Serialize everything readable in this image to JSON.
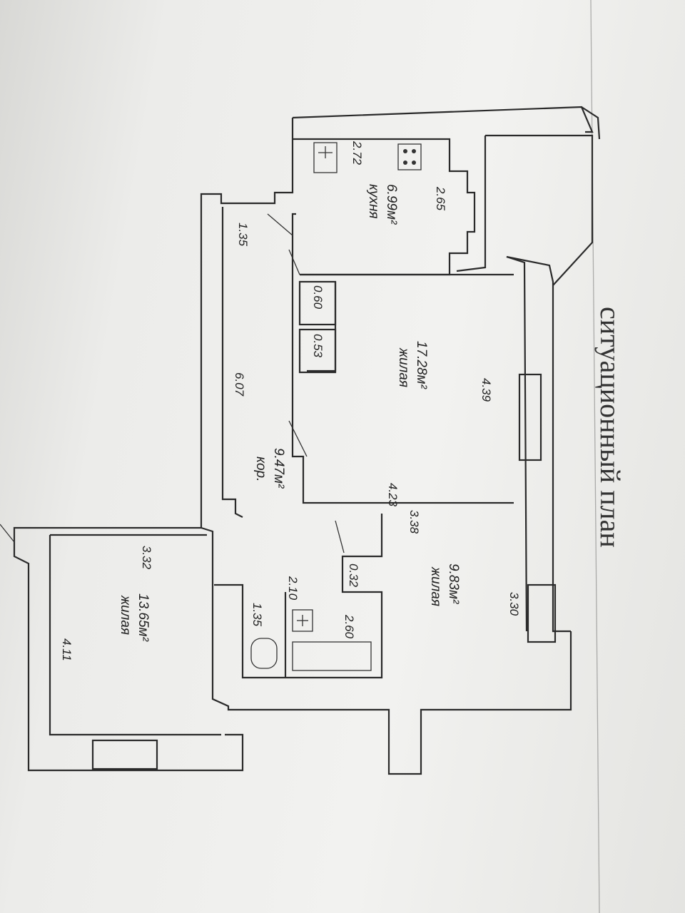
{
  "caption": "ситуационный план",
  "rooms": {
    "kitchen": {
      "name": "кухня",
      "area": "6.99м²",
      "dim_width": "2.72",
      "dim_length": "2.65"
    },
    "corridor": {
      "name": "кор.",
      "area": "9.47м²",
      "dim_length": "6.07",
      "dim_entry": "1.35"
    },
    "living_large": {
      "name": "жилая",
      "area": "17.28м²",
      "dim_length": "4.39",
      "dim_width": "4.23"
    },
    "living_small": {
      "name": "жилая",
      "area": "9.83м²",
      "dim_length": "3.30",
      "dim_width": "3.38"
    },
    "living_left": {
      "name": "жилая",
      "area": "13.65м²",
      "dim_length": "4.11",
      "dim_width": "3.32"
    },
    "closets": {
      "a": "0.60",
      "b": "0.53"
    },
    "bath": {
      "wc": "1.35",
      "bath": "2.60",
      "width": "2.10",
      "niche": "0.32"
    }
  }
}
